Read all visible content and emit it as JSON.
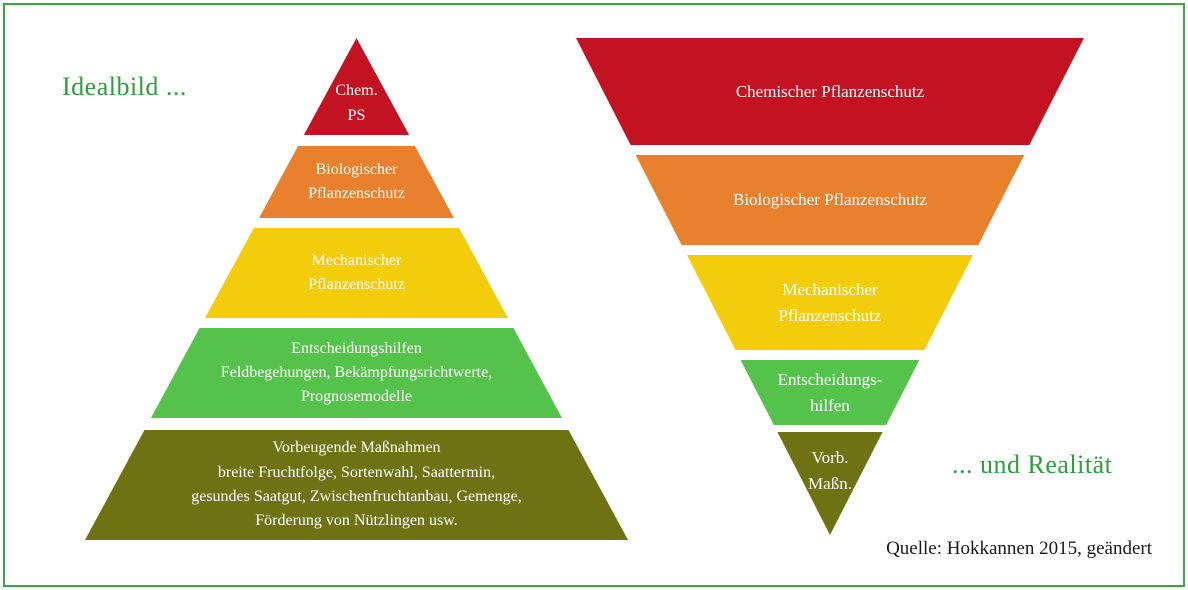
{
  "colors": {
    "frame_green": "#3aa63c",
    "title_green": "#2e9e3f",
    "chemical_red": "#c31322",
    "biological_orange": "#e8802d",
    "mechanical_yellow": "#f3cc0c",
    "decision_green": "#54c24b",
    "preventive_olive": "#6f7213",
    "source_text": "#1a1a1a"
  },
  "left_pyramid": {
    "title": "Idealbild ...",
    "layers": [
      {
        "id": "chemical",
        "color": "#c31322",
        "text": "Chem.\nPS"
      },
      {
        "id": "biological",
        "color": "#e8802d",
        "text": "Biologischer\nPflanzenschutz"
      },
      {
        "id": "mechanical",
        "color": "#f3cc0c",
        "text": "Mechanischer\nPflanzenschutz"
      },
      {
        "id": "decision",
        "color": "#54c24b",
        "text": "Entscheidungshilfen\nFeldbegehungen, Bekämpfungsrichtwerte,\nPrognosemodelle"
      },
      {
        "id": "preventive",
        "color": "#6f7213",
        "text": "Vorbeugende Maßnahmen\nbreite Fruchtfolge, Sortenwahl, Saattermin,\ngesundes Saatgut, Zwischenfruchtanbau, Gemenge,\nFörderung von Nützlingen usw."
      }
    ]
  },
  "right_pyramid": {
    "title": "... und Realität",
    "layers": [
      {
        "id": "chemical",
        "color": "#c31322",
        "text": "Chemischer Pflanzenschutz"
      },
      {
        "id": "biological",
        "color": "#e8802d",
        "text": "Biologischer Pflanzenschutz"
      },
      {
        "id": "mechanical",
        "color": "#f3cc0c",
        "text": "Mechanischer\nPflanzenschutz"
      },
      {
        "id": "decision",
        "color": "#54c24b",
        "text": "Entscheidungs-\nhilfen"
      },
      {
        "id": "preventive",
        "color": "#6f7213",
        "text": "Vorb.\nMaßn."
      }
    ]
  },
  "source": "Quelle: Hokkannen 2015, geändert"
}
